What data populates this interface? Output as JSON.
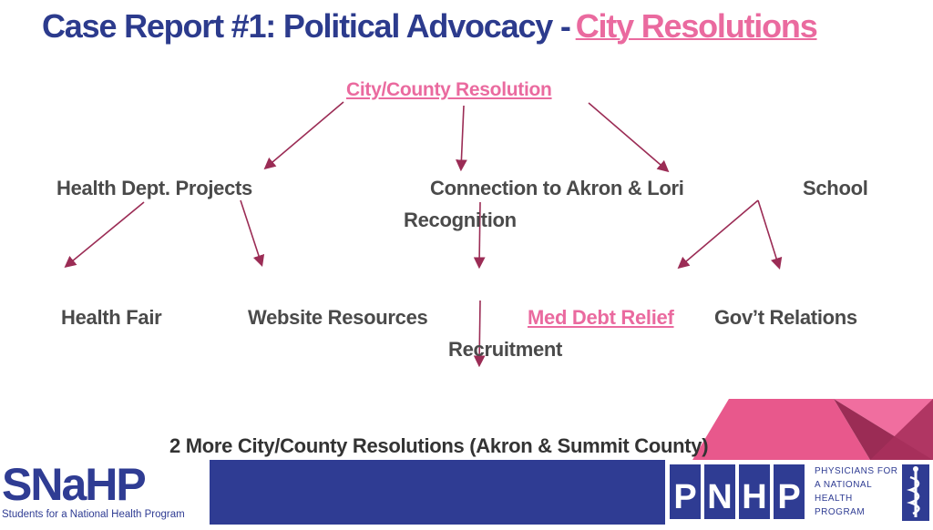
{
  "title": {
    "main": "Case Report #1: Political Advocacy -",
    "link": "City Resolutions"
  },
  "diagram": {
    "root": "City/County Resolution",
    "level1": {
      "health_dept": "Health Dept. Projects",
      "connection": "Connection to Akron & Lori",
      "recognition": "Recognition",
      "school": "School"
    },
    "level2": {
      "health_fair": "Health Fair",
      "website": "Website Resources",
      "med_debt": "Med Debt Relief",
      "govt": "Gov’t Relations",
      "recruitment": "Recruitment"
    },
    "outcome": "2 More City/County Resolutions (Akron & Summit County)"
  },
  "footer": {
    "snahp_letters": "SNaHP",
    "snahp_sub": "Students for a National Health Program",
    "pnhp_letters": [
      "P",
      "N",
      "H",
      "P"
    ],
    "pnhp_sub": [
      "PHYSICIANS FOR",
      "A NATIONAL",
      "HEALTH",
      "PROGRAM"
    ]
  },
  "colors": {
    "navy": "#2c3b8d",
    "pink": "#ea6a9f",
    "arrow": "#9b2c55",
    "text": "#4a4a4a"
  }
}
